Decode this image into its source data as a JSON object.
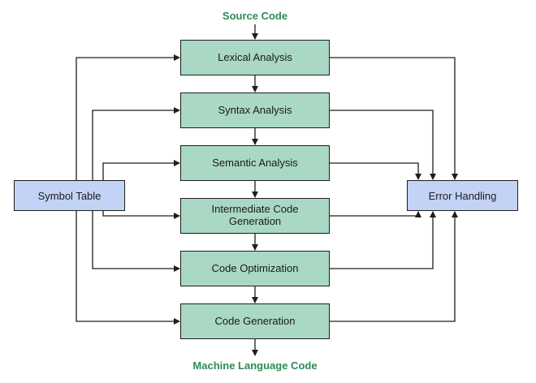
{
  "input_label": "Source Code",
  "output_label": "Machine Language Code",
  "phases": [
    {
      "label": "Lexical Analysis"
    },
    {
      "label": "Syntax Analysis"
    },
    {
      "label": "Semantic Analysis"
    },
    {
      "label": "Intermediate Code Generation"
    },
    {
      "label": "Code Optimization"
    },
    {
      "label": "Code Generation"
    }
  ],
  "symbol_table": {
    "label": "Symbol Table"
  },
  "error_handling": {
    "label": "Error Handling"
  },
  "colors": {
    "phase_fill": "#a9d8c4",
    "side_fill": "#c3d3f5",
    "terminal_text": "#2e8b57",
    "line": "#1e1e1e"
  }
}
